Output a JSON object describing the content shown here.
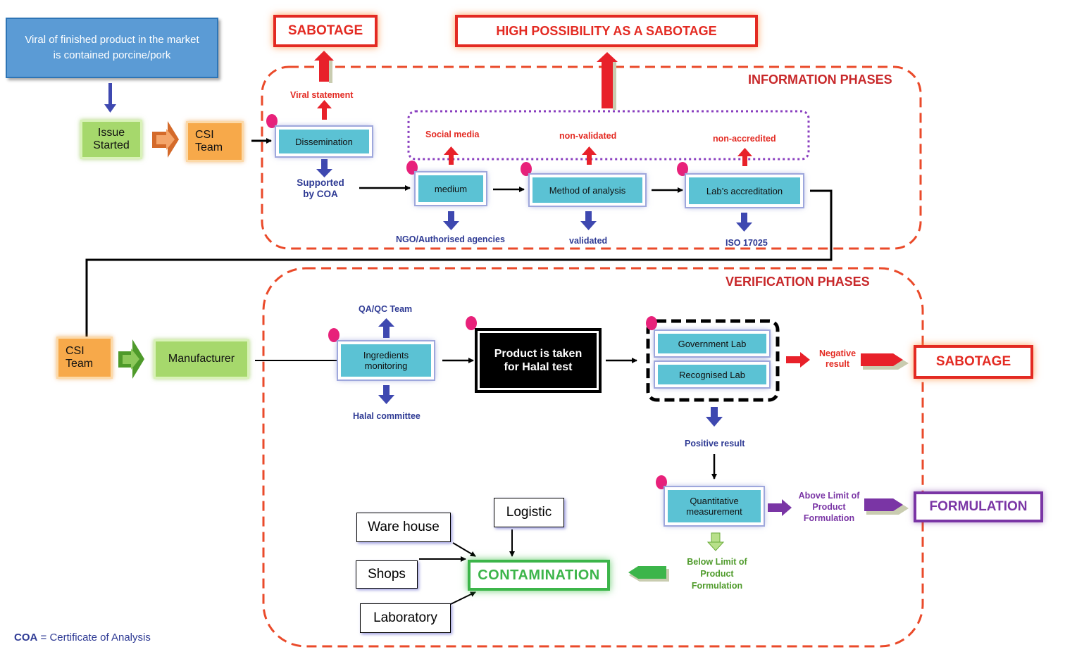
{
  "top_box": "Viral of finished product in the market is contained porcine/pork",
  "issue_started": "Issue Started",
  "csi_team_top": "CSI Team",
  "csi_team_bottom": "CSI Team",
  "sabotage_top": "SABOTAGE",
  "high_possibility": "HIGH POSSIBILITY AS A SABOTAGE",
  "info_phases": "INFORMATION PHASES",
  "verif_phases": "VERIFICATION PHASES",
  "viral_statement": "Viral statement",
  "dissemination": "Dissemination",
  "supported_by_coa": "Supported by COA",
  "social_media": "Social media",
  "non_validated": "non-validated",
  "non_accredited": "non-accredited",
  "medium": "medium",
  "method_of_analysis": "Method of analysis",
  "labs_accreditation": "Lab’s accreditation",
  "ngo": "NGO/Authorised agencies",
  "validated": "validated",
  "iso": "ISO 17025",
  "manufacturer": "Manufacturer",
  "qa_qc_team": "QA/QC Team",
  "ingredients_monitoring": "Ingredients monitoring",
  "halal_committee": "Halal committee",
  "product_taken": "Product is taken for Halal test",
  "government_lab": "Government Lab",
  "recognised_lab": "Recognised Lab",
  "negative_result": "Negative result",
  "sabotage_bottom": "SABOTAGE",
  "positive_result": "Positive result",
  "quantitative_measurement": "Quantitative measurement",
  "above_limit": "Above Limit of Product Formulation",
  "formulation": "FORMULATION",
  "below_limit": "Below Limit of Product Formulation",
  "contamination": "CONTAMINATION",
  "ware_house": "Ware house",
  "logistic": "Logistic",
  "shops": "Shops",
  "laboratory": "Laboratory",
  "footnote": {
    "abbr": "COA",
    "text": " = Certificate of Analysis"
  },
  "colors": {
    "red": "#e32a22",
    "blue": "#2e3a94",
    "purple": "#7a35a5",
    "green": "#3cb54a",
    "cyan": "#5bc2d4",
    "magenta": "#e8217a"
  }
}
